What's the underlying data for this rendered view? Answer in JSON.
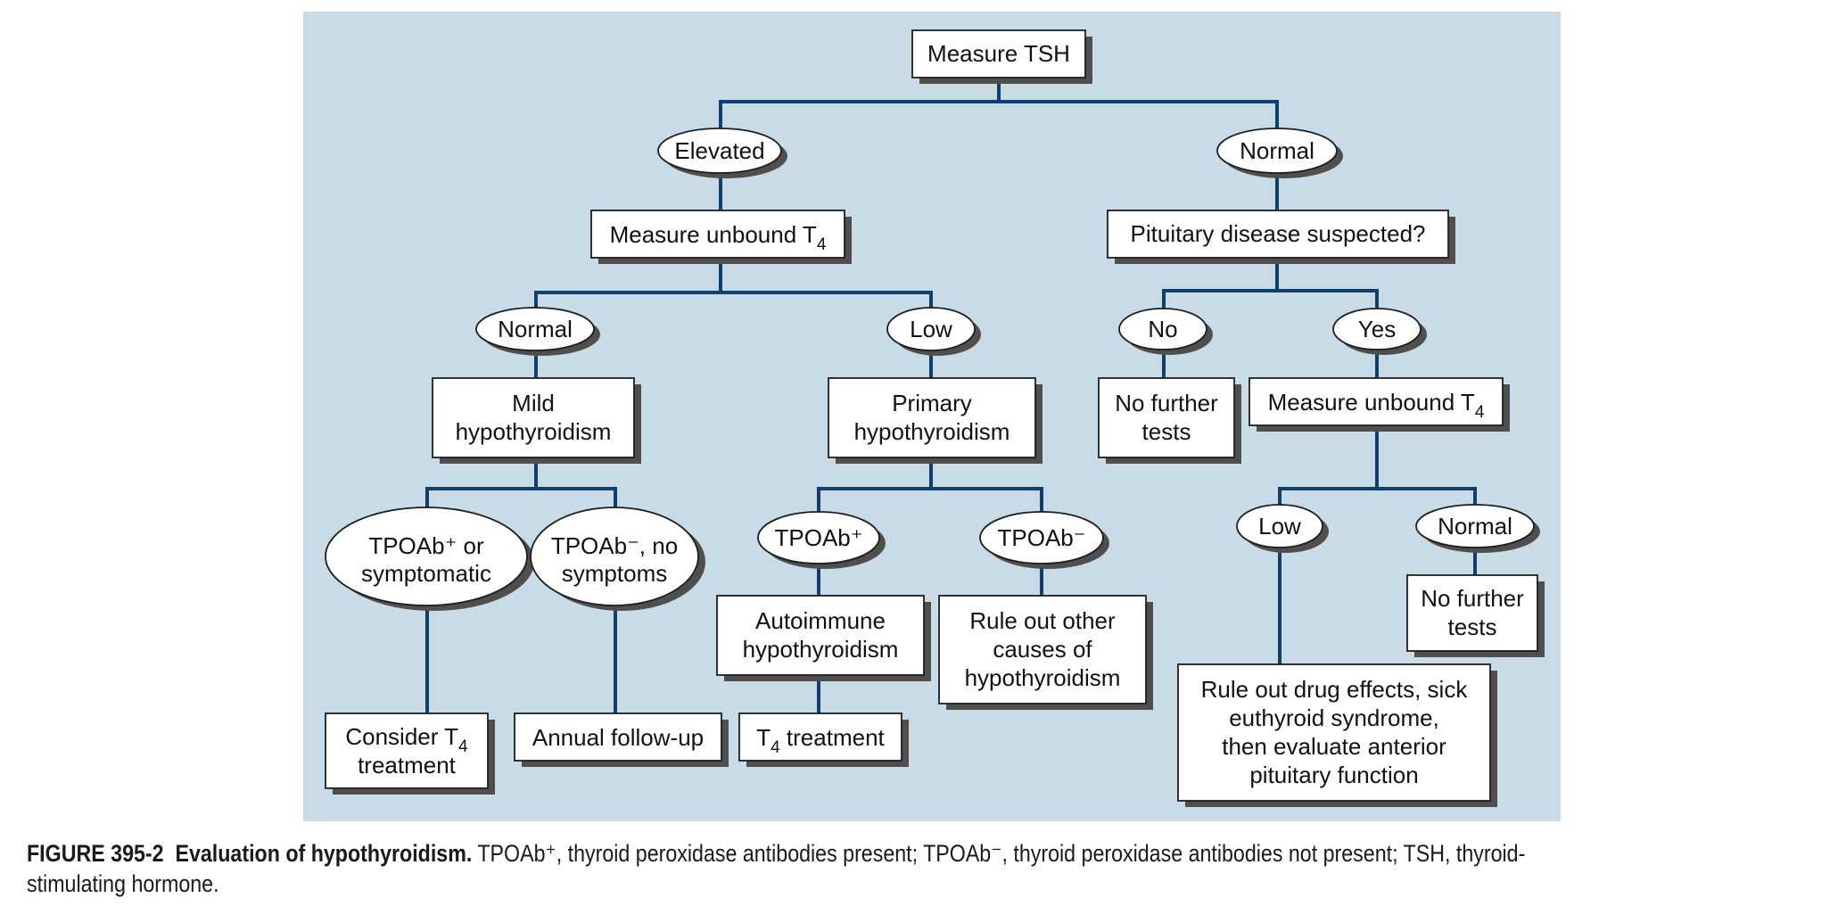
{
  "colors": {
    "panel": "#c9dbe7",
    "connector": "#10406d",
    "node_fill": "#ffffff",
    "shadow": "#4f4f4f"
  },
  "nodes": {
    "measure_tsh": "Measure TSH",
    "elevated": "Elevated",
    "normal_tsh": "Normal",
    "measure_t4_left": "Measure unbound T",
    "measure_t4_left_sub": "4",
    "pituitary": "Pituitary disease suspected?",
    "normal_t4": "Normal",
    "low_t4": "Low",
    "no": "No",
    "yes": "Yes",
    "mild_l1": "Mild",
    "mild_l2": "hypothyroidism",
    "primary_l1": "Primary",
    "primary_l2": "hypothyroidism",
    "no_further_l1": "No further",
    "no_further_l2": "tests",
    "measure_t4_right": "Measure unbound T",
    "measure_t4_right_sub": "4",
    "tpoab_pos_sym_l1": "TPOAb⁺ or",
    "tpoab_pos_sym_l2": "symptomatic",
    "tpoab_neg_nosym_l1": "TPOAb⁻, no",
    "tpoab_neg_nosym_l2": "symptoms",
    "tpoab_pos": "TPOAb⁺",
    "tpoab_neg": "TPOAb⁻",
    "low_right": "Low",
    "normal_right": "Normal",
    "autoimmune_l1": "Autoimmune",
    "autoimmune_l2": "hypothyroidism",
    "rule_out_other_l1": "Rule out other",
    "rule_out_other_l2": "causes of",
    "rule_out_other_l3": "hypothyroidism",
    "no_further2_l1": "No further",
    "no_further2_l2": "tests",
    "consider_l1": "Consider T",
    "consider_l1_sub": "4",
    "consider_l2": "treatment",
    "annual": "Annual follow-up",
    "t4_treat_pre": "T",
    "t4_treat_sub": "4",
    "t4_treat_post": " treatment",
    "rule_out_drug_l1": "Rule out drug effects, sick",
    "rule_out_drug_l2": "euthyroid syndrome,",
    "rule_out_drug_l3": "then evaluate anterior",
    "rule_out_drug_l4": "pituitary function"
  },
  "caption": {
    "label": "FIGURE 395-2",
    "title": "Evaluation of hypothyroidism.",
    "body": "TPOAb⁺, thyroid peroxidase antibodies present; TPOAb⁻, thyroid peroxidase antibodies not present; TSH, thyroid-stimulating hormone."
  }
}
